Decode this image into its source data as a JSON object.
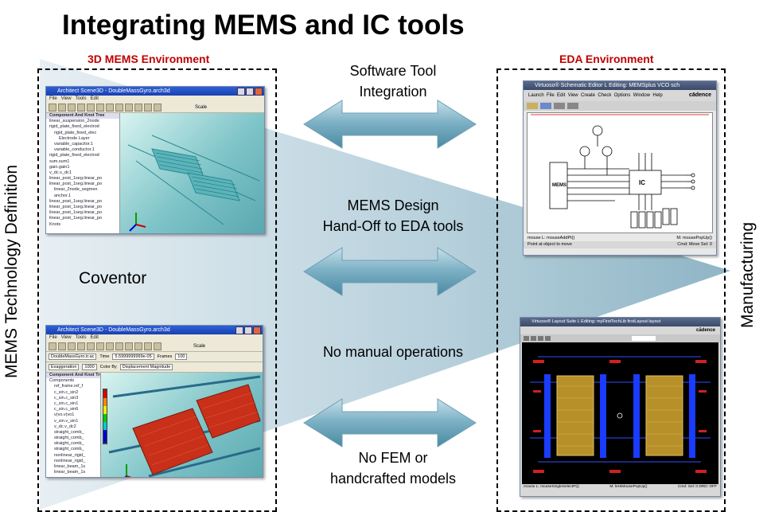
{
  "title": "Integrating MEMS and IC tools",
  "left_env_label": "3D MEMS Environment",
  "right_env_label": "EDA Environment",
  "left_side_text": "MEMS Technology Definition",
  "right_side_text": "Manufacturing",
  "coventor_label": "Coventor",
  "arrows": [
    {
      "label_lines": [
        "Software Tool",
        "Integration"
      ]
    },
    {
      "label_lines": [
        "MEMS Design",
        "Hand-Off to EDA tools"
      ]
    },
    {
      "label_lines": [
        "No manual operations"
      ]
    },
    {
      "label_lines": [
        "No FEM or",
        "handcrafted models"
      ]
    }
  ],
  "colors": {
    "env_label": "#c00000",
    "arrow_fill": "#5f9fb6",
    "funnel": "#a9c9d7"
  },
  "window_top_left": {
    "title": "Architect Scene3D - DoubleMassGyro.arch3d",
    "menu": [
      "File",
      "View",
      "Tools",
      "Edit"
    ],
    "scale_label": "Scale",
    "panel_title": "Component And Knot Tree",
    "tree_items": [
      "linear_suspension_2node",
      "rigid_plate_fixed_electrod",
      "rigid_plate_fixed_elec",
      "Electrode Layer",
      "variable_capacitor.1",
      "variable_conductor.1",
      "rigid_plate_fixed_electrod",
      "sum.sum1",
      "gain.gain1",
      "v_dc.v_dc1",
      "linear_post_1seg.linear_po",
      "linear_post_1seg.linear_po",
      "linear_2node_segmen",
      "anchor.1",
      "linear_post_1seg.linear_po",
      "linear_post_1seg.linear_po",
      "linear_post_1seg.linear_po",
      "linear_post_1seg.linear_po",
      "Knots"
    ]
  },
  "window_bottom_left": {
    "title": "Architect Scene3D - DoubleMassGyro.arch3d",
    "menu": [
      "File",
      "View",
      "Tools",
      "Edit"
    ],
    "scale_label": "Scale",
    "time_label": "Time",
    "time_value": "5.5999999999e-05",
    "frames_label": "Frames",
    "frames_value": "100",
    "exaggeration_label": "Exaggeration",
    "xyz_value": "1000",
    "color_by_label": "Color By",
    "color_by_value": "Displacement Magnitude",
    "file_tab": "DoubleMassGyro.tr.ac",
    "panel_title": "Component And Knot Tree",
    "tree_items": [
      "Components",
      "ref_frame.ref_f",
      "c_sin.c_sin2",
      "c_sin.c_sin3",
      "c_sin.c_sin1",
      "c_sin.c_sin6",
      "v(vo.v(vo1",
      "v_sin.v_sin1",
      "v_dc.v_dc2",
      "straight_comb_",
      "straight_comb_",
      "straight_comb_",
      "straight_comb_",
      "nonlinear_rigid_",
      "nonlinear_rigid_",
      "linear_beam_1s",
      "linear_beam_1s"
    ]
  },
  "window_top_right": {
    "title": "Virtuoso® Schematic Editor L Editing: MEMSplus VCO sch",
    "menu": [
      "Launch",
      "File",
      "Edit",
      "View",
      "Create",
      "Check",
      "Options",
      "Window",
      "Help"
    ],
    "brand": "cādence",
    "block_mems": "MEMS",
    "block_ic": "IC",
    "status_left": "mouse L: mouseAddPt()",
    "status_mid": "M: mousePopUp()",
    "prompt": "Point at object to move",
    "status_right": "Cmd: Move  Sel: 0"
  },
  "window_bottom_right": {
    "title": "Virtuoso® Layout Suite L Editing: myFirstTechLib firstLayout layout",
    "brand": "cādence",
    "status_left": "mouse L: mouseSingleSelectPt()",
    "status_mid": "M: leHiMousePopUp()",
    "status_right": "Cmd: Sel: 0  DRD: OFF"
  }
}
